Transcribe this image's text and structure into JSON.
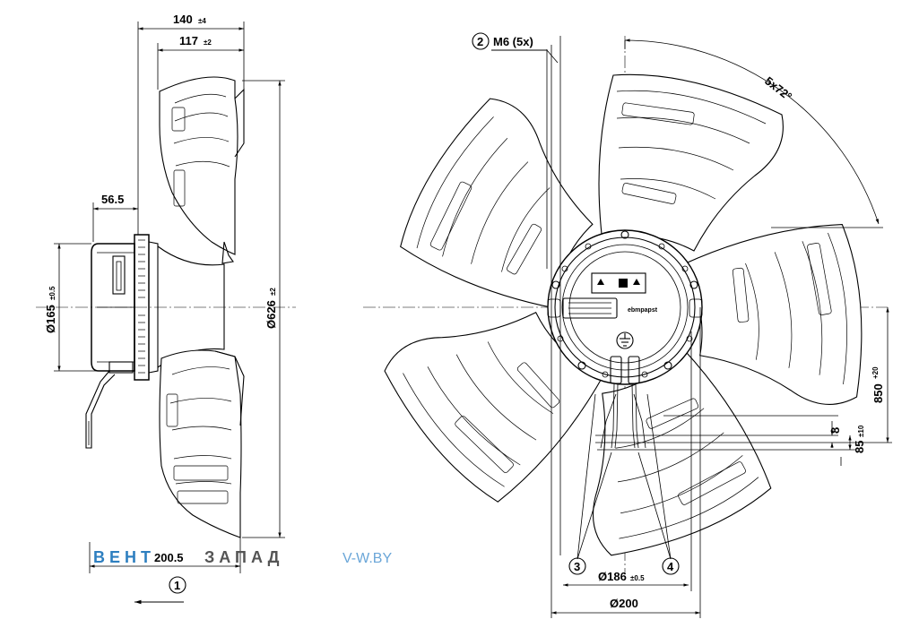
{
  "side_view": {
    "dim_overall_depth": {
      "value": "140",
      "tol": "±4"
    },
    "dim_blade_depth": {
      "value": "117",
      "tol": "±2"
    },
    "dim_motor_offset": {
      "value": "56.5"
    },
    "dim_motor_diameter": {
      "value": "Ø165",
      "tol": "±0.5"
    },
    "dim_fan_diameter": {
      "value": "Ø626",
      "tol": "±2"
    },
    "dim_bottom": {
      "value": "200.5"
    },
    "callout_1": "1"
  },
  "front_view": {
    "callout_2": "2",
    "thread_label": "M6 (5x)",
    "angle_label": "5x72°",
    "dim_cable": {
      "value": "850",
      "tol": "+20"
    },
    "dim_strip": {
      "value": "8"
    },
    "dim_cable_end": {
      "value": "85",
      "tol": "±10"
    },
    "dim_bolt_circle": {
      "value": "Ø186",
      "tol": "±0.5"
    },
    "dim_flange": {
      "value": "Ø200"
    },
    "callout_3": "3",
    "callout_4": "4",
    "brand_label": "ebmpapst"
  },
  "watermark": {
    "part1": "ВЕНТ",
    "part2": "ЗАПАД",
    "site": "V-W.BY"
  }
}
